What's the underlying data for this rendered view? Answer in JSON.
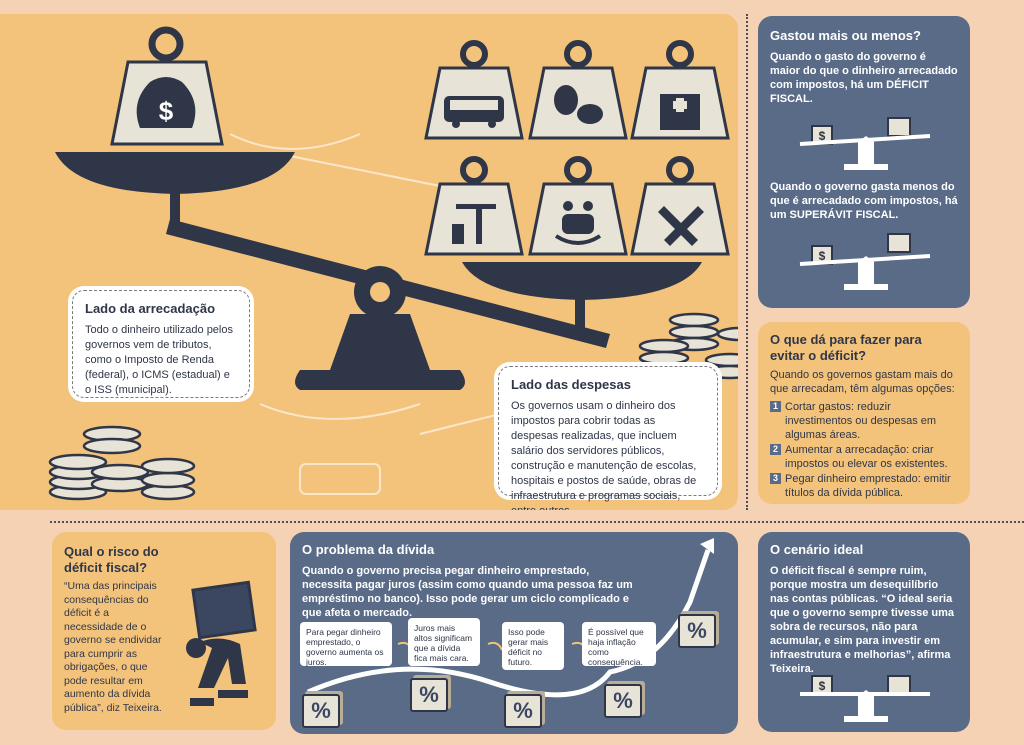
{
  "revenue_side": {
    "title": "Lado da arrecadação",
    "body": "Todo o dinheiro utilizado pelos governos vem de tributos, como o Imposto de Renda (federal), o ICMS (estadual) e o ISS (municipal)."
  },
  "expense_side": {
    "title": "Lado das despesas",
    "body": "Os governos usam o dinheiro dos impostos para cobrir todas as despesas realizadas, que incluem salário dos servidores públicos, construção e manutenção de escolas, hospitais e postos de saúde, obras de infraestrutura e programas sociais, entre outros."
  },
  "spent_more_or_less": {
    "title": "Gastou mais ou menos?",
    "deficit_text": "Quando o gasto do governo é maior do que o dinheiro arrecadado com impostos, há um DÉFICIT FISCAL.",
    "surplus_text": "Quando o governo gasta menos do que é arrecadado com impostos, há um SUPERÁVIT FISCAL."
  },
  "avoid_deficit": {
    "title": "O que dá para fazer para evitar o déficit?",
    "intro": "Quando os governos gastam mais do que arrecadam, têm algumas opções:",
    "options": [
      {
        "n": "1",
        "text": "Cortar gastos: reduzir investimentos ou despesas em algumas áreas."
      },
      {
        "n": "2",
        "text": "Aumentar a arrecadação: criar impostos ou elevar os existentes."
      },
      {
        "n": "3",
        "text": "Pegar dinheiro emprestado: emitir títulos da dívida pública."
      }
    ]
  },
  "risk": {
    "title": "Qual o risco do déficit fiscal?",
    "body": "“Uma das principais consequências do déficit é a necessidade de o governo se endividar para cumprir as obrigações, o que pode resultar em aumento da dívida pública”, diz Teixeira."
  },
  "debt_problem": {
    "title": "O problema da dívida",
    "body": "Quando o governo precisa pegar dinheiro emprestado, necessita pagar juros (assim como quando uma pessoa faz um empréstimo no banco). Isso pode gerar um ciclo complicado e que afeta o mercado.",
    "steps": [
      "Para pegar dinheiro emprestado, o governo aumenta os juros.",
      "Juros mais altos significam que a dívida fica mais cara.",
      "Isso pode gerar mais déficit no futuro.",
      "É possível que haja inflação como consequência."
    ],
    "pct_symbol": "%"
  },
  "ideal": {
    "title": "O cenário ideal",
    "body": "O déficit fiscal é sempre ruim, porque mostra um desequilíbrio nas contas públicas. “O ideal seria que o governo sempre tivesse uma sobra de recursos, não para acumular, e sim para investir em infraestrutura e melhorias”, afirma Teixeira."
  },
  "icons": {
    "money_weight": "$",
    "expense_weights": [
      "bus-icon",
      "theater-masks-palette-icon",
      "hospital-icon",
      "construction-crane-icon",
      "family-care-icon",
      "pencil-ruler-icon"
    ]
  },
  "colors": {
    "navy": "#2f3648",
    "slate": "#5a6b87",
    "yellow": "#f3c37c",
    "peach": "#f6d2b4",
    "weight": "#e8e3d7"
  }
}
